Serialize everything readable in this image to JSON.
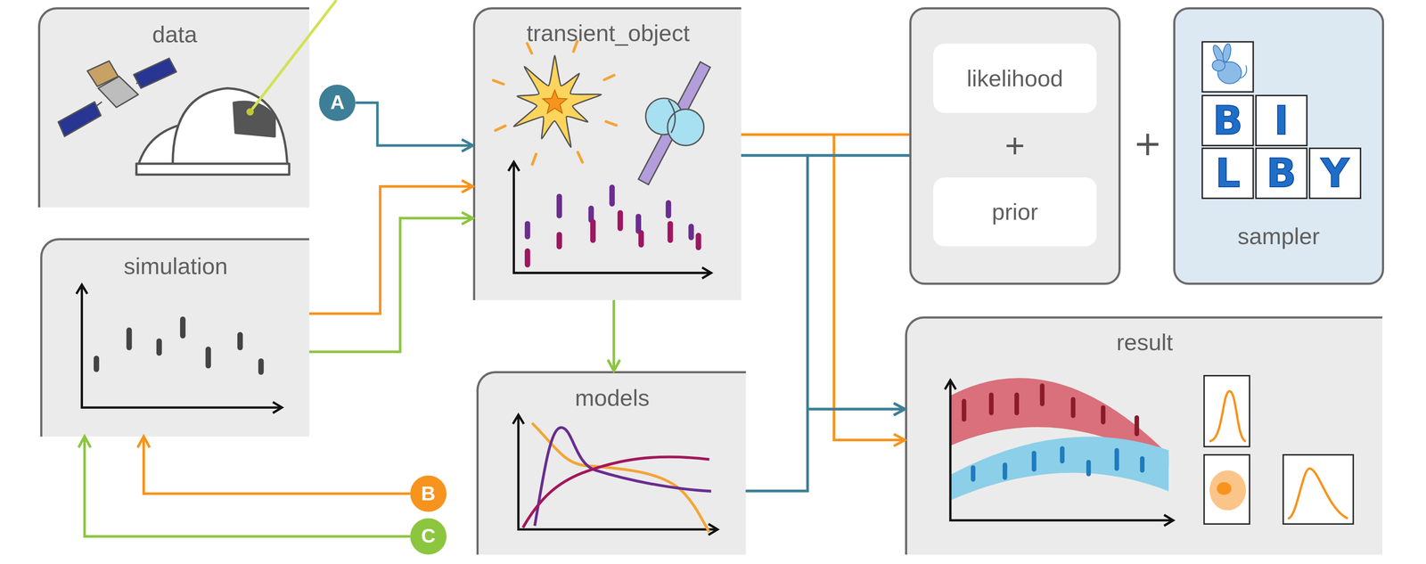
{
  "diagram": {
    "nodes": [
      {
        "text": [
          "data"
        ]
      },
      {
        "text": [
          "simulation"
        ]
      },
      {
        "text": [
          "transient_object"
        ]
      },
      {
        "text": [
          "models"
        ]
      },
      {
        "text": [
          "+"
        ]
      },
      {
        "text": [
          "likelihood"
        ],
        "in": 4
      },
      {
        "text": [
          "prior"
        ],
        "in": 4
      },
      {
        "text": [
          "sampler"
        ]
      },
      {
        "text": [
          "result"
        ]
      },
      {
        "text": [
          "A"
        ]
      },
      {
        "text": [
          "B"
        ]
      },
      {
        "text": [
          "C"
        ]
      }
    ],
    "edges": [
      {
        "from": 9,
        "to": 2,
        "arrow": "to"
      },
      {
        "from": 1,
        "to": 2,
        "arrow": "to"
      },
      {
        "from": 1,
        "to": 2,
        "arrow": "to"
      },
      {
        "from": 2,
        "to": 3,
        "arrow": "to"
      },
      {
        "from": 2,
        "to": 4,
        "arrow": "none"
      },
      {
        "from": 2,
        "to": 8,
        "arrow": "to"
      },
      {
        "from": 2,
        "to": 4,
        "arrow": "none"
      },
      {
        "from": 2,
        "to": 8,
        "arrow": "to"
      },
      {
        "from": 3,
        "to": 4,
        "arrow": "none"
      },
      {
        "from": 3,
        "to": 8,
        "arrow": "to"
      },
      {
        "from": 10,
        "to": 1,
        "arrow": "to"
      },
      {
        "from": 11,
        "to": 1,
        "arrow": "to"
      }
    ],
    "labels": [
      "+",
      "B",
      "I",
      "L",
      "B",
      "Y"
    ]
  }
}
